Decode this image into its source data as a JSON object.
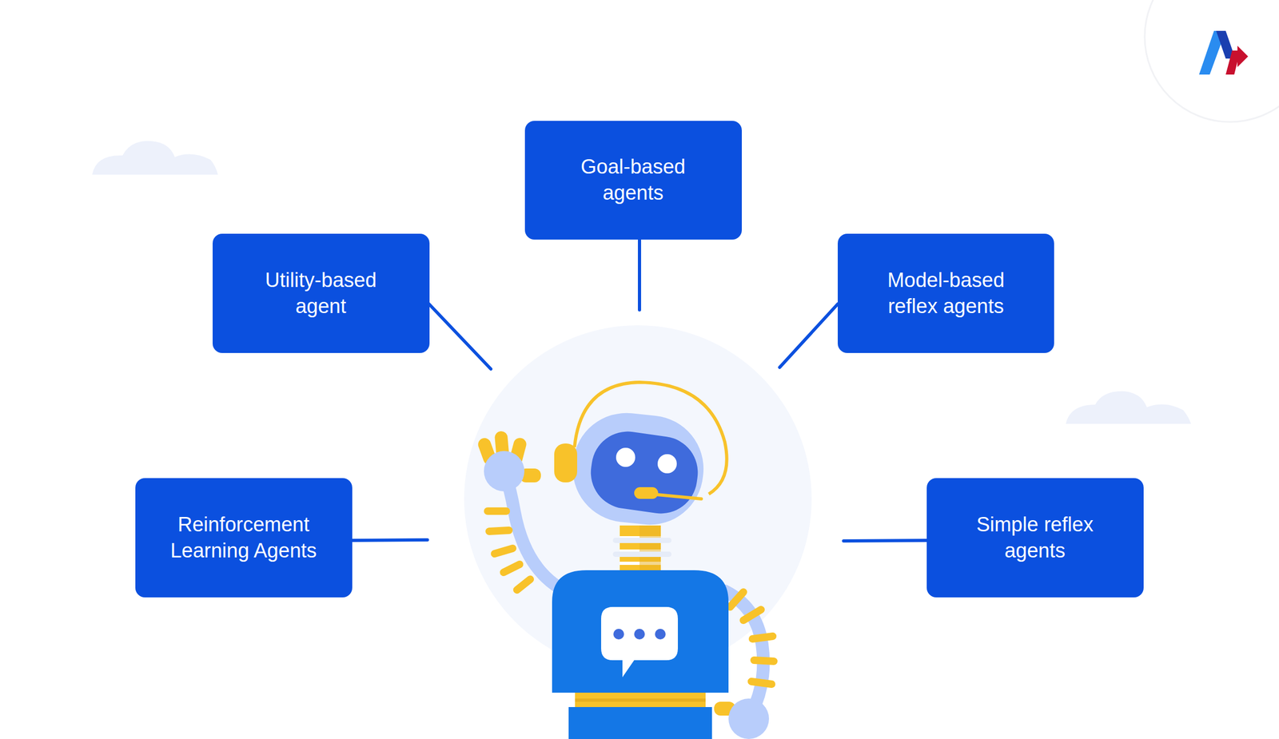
{
  "diagram": {
    "nodes": [
      {
        "text": [
          "Goal-based agents"
        ]
      },
      {
        "text": [
          "Utility-based agent"
        ]
      },
      {
        "text": [
          "Model-based reflex agents"
        ]
      },
      {
        "text": [
          "Reinforcement Learning Agents"
        ]
      },
      {
        "text": [
          "Simple reflex agents"
        ]
      }
    ]
  }
}
